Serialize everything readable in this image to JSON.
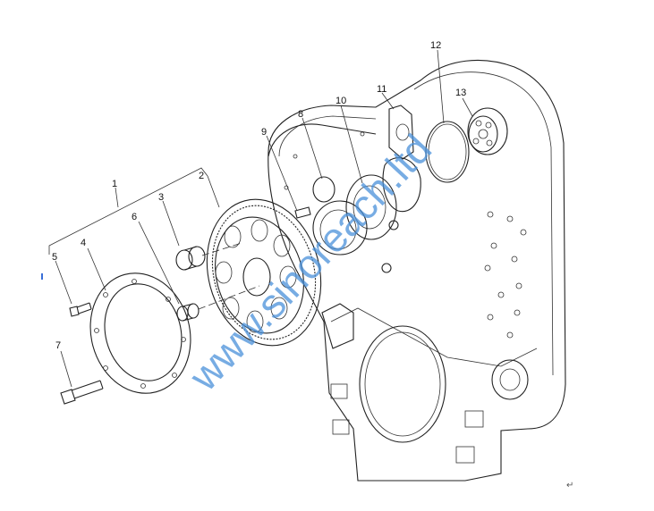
{
  "diagram": {
    "title": "Gear housing exploded view",
    "part_labels": [
      "1",
      "2",
      "3",
      "4",
      "5",
      "6",
      "7",
      "8",
      "9",
      "10",
      "11",
      "12",
      "13"
    ],
    "watermark": "www.sinoreach.ltd",
    "return_mark": "↵"
  }
}
